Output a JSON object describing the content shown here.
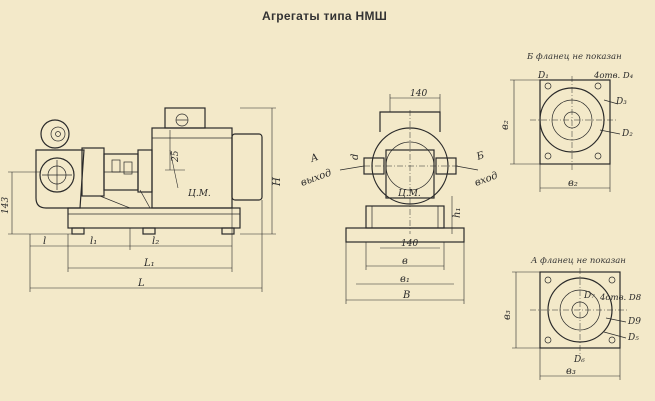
{
  "title": "Агрегаты типа НМШ",
  "notes": {
    "b": "Б фланец не показан",
    "a": "А фланец не показан"
  },
  "side": {
    "h1": "143",
    "d25": "25",
    "cm": "Ц.М.",
    "h": "H",
    "l": "l",
    "l1": "l₁",
    "l2": "l₂",
    "L1": "L₁",
    "L": "L"
  },
  "front": {
    "w140top": "140",
    "d": "d",
    "a_label": "A",
    "a_port": "выход",
    "b_label": "Б",
    "b_port": "вход",
    "cm": "Ц.М.",
    "h1": "h₁",
    "w140bot": "140",
    "b": "в",
    "b1": "в₁",
    "B": "В"
  },
  "flangeB": {
    "d1": "D₁",
    "holes": "4отв. D₄",
    "d3": "D₃",
    "d2": "D₂",
    "b2v": "в₂",
    "b2h": "в₂"
  },
  "flangeA": {
    "d7": "D₇",
    "holes": "4отв. D8",
    "d9": "D9",
    "d5": "D₅",
    "d6": "D₆",
    "b3v": "в₃",
    "b3h": "в₃"
  }
}
